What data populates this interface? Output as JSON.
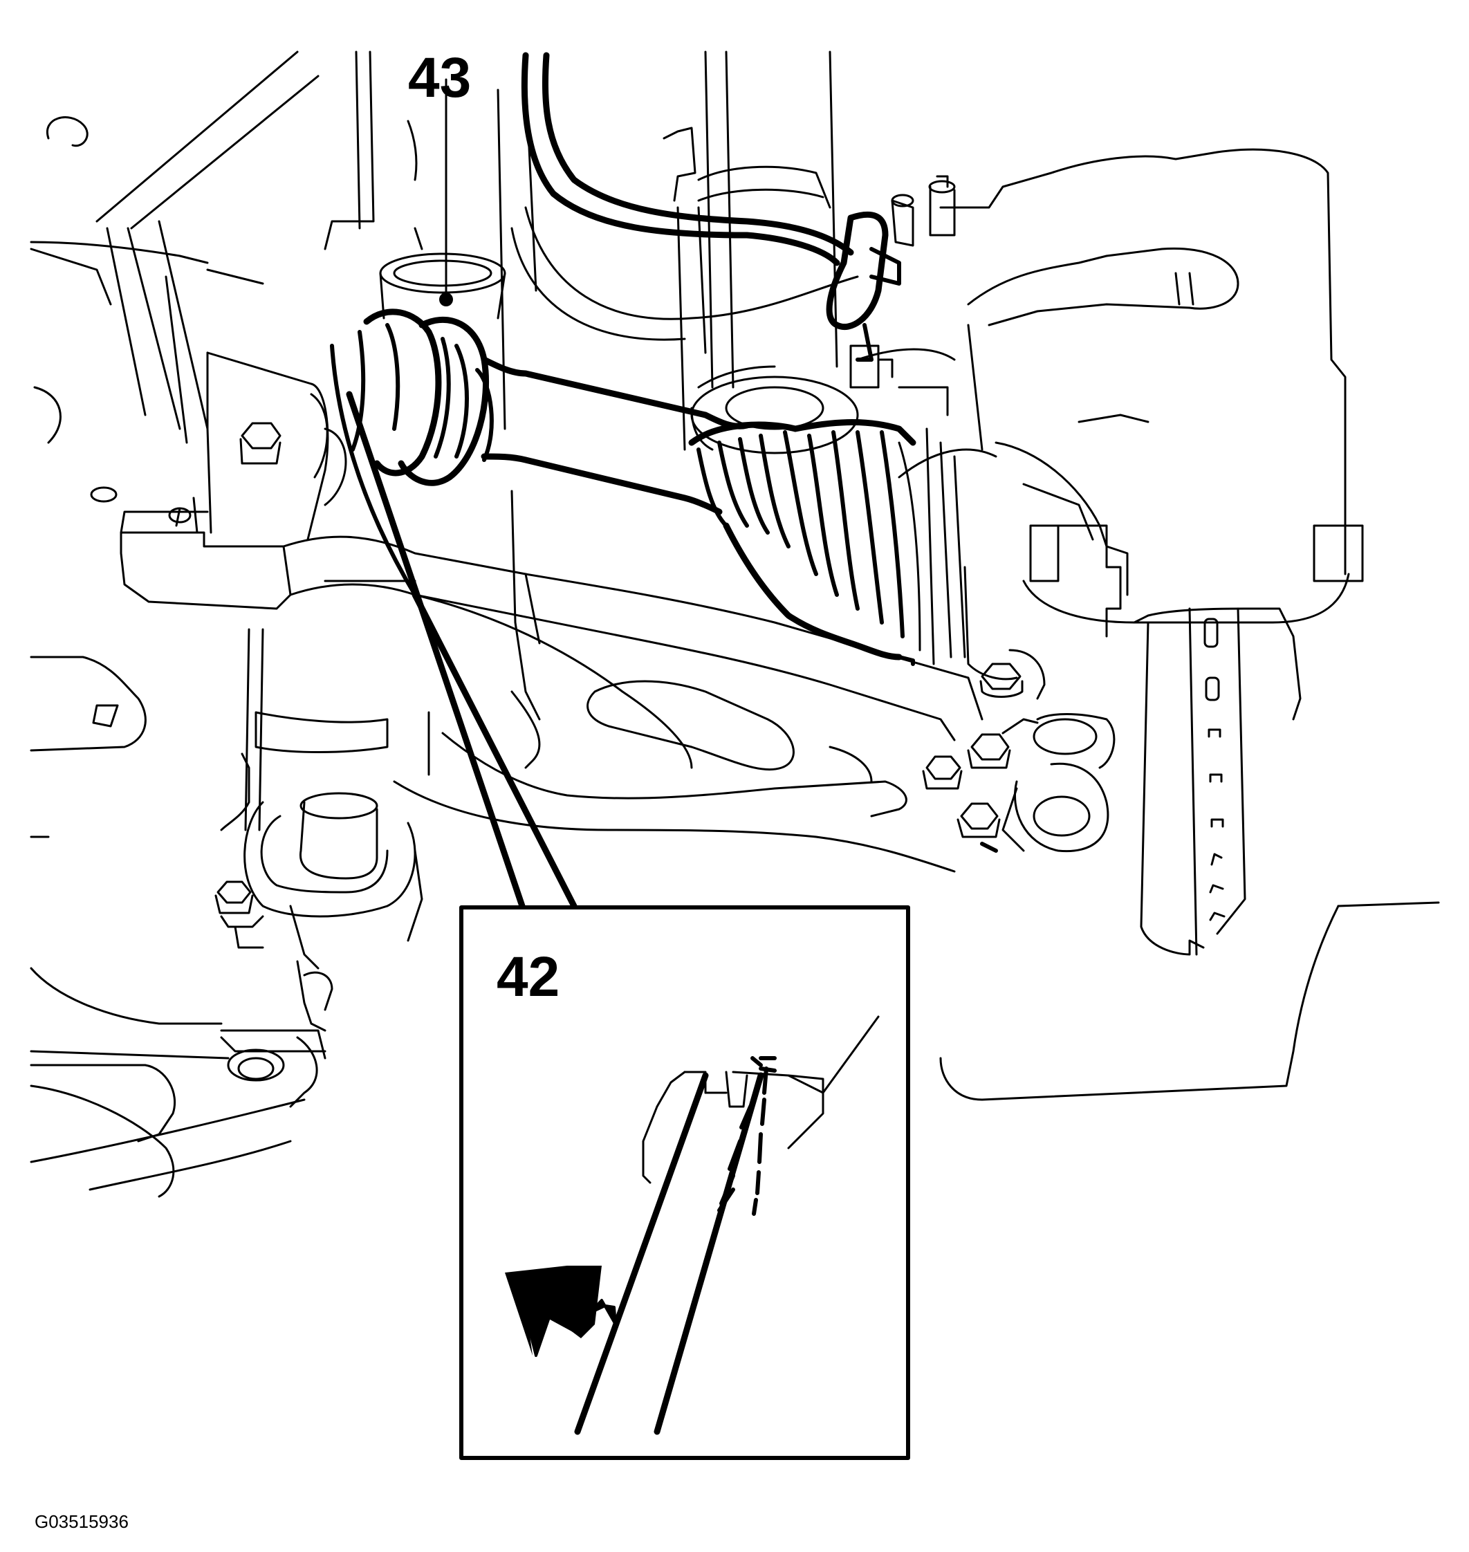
{
  "callouts": {
    "label_43": "43",
    "label_42": "42"
  },
  "figure_id": "G03515936",
  "colors": {
    "line": "#000000",
    "background": "#ffffff"
  }
}
